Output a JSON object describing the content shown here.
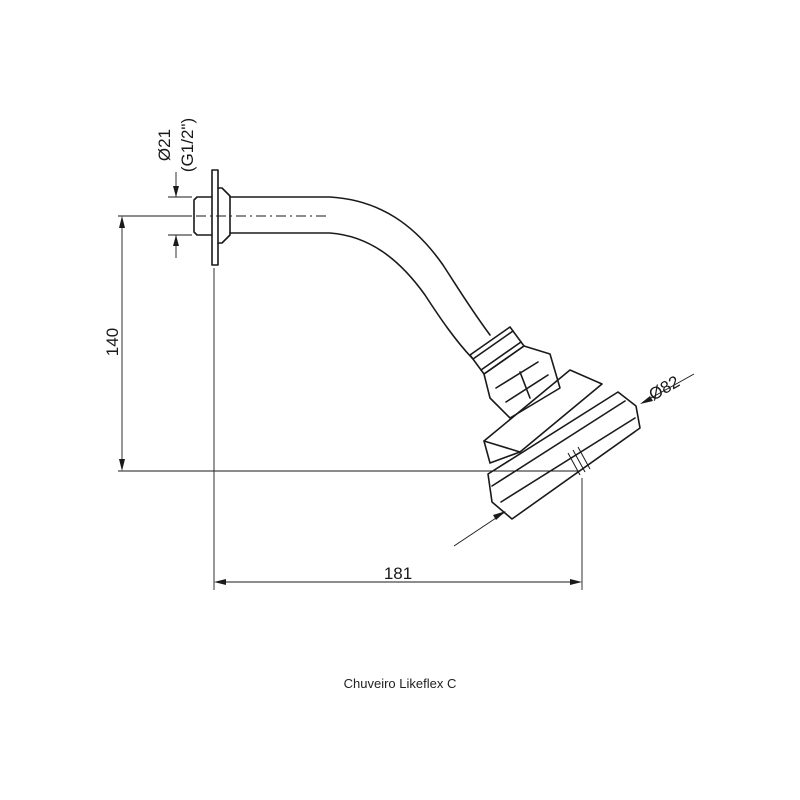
{
  "drawing": {
    "dimensions": {
      "height": "140",
      "length": "181",
      "head_diameter": "Ø82",
      "inlet_diameter": "Ø21",
      "thread": "(G1/2\")"
    }
  },
  "caption": "Chuveiro Likeflex C"
}
